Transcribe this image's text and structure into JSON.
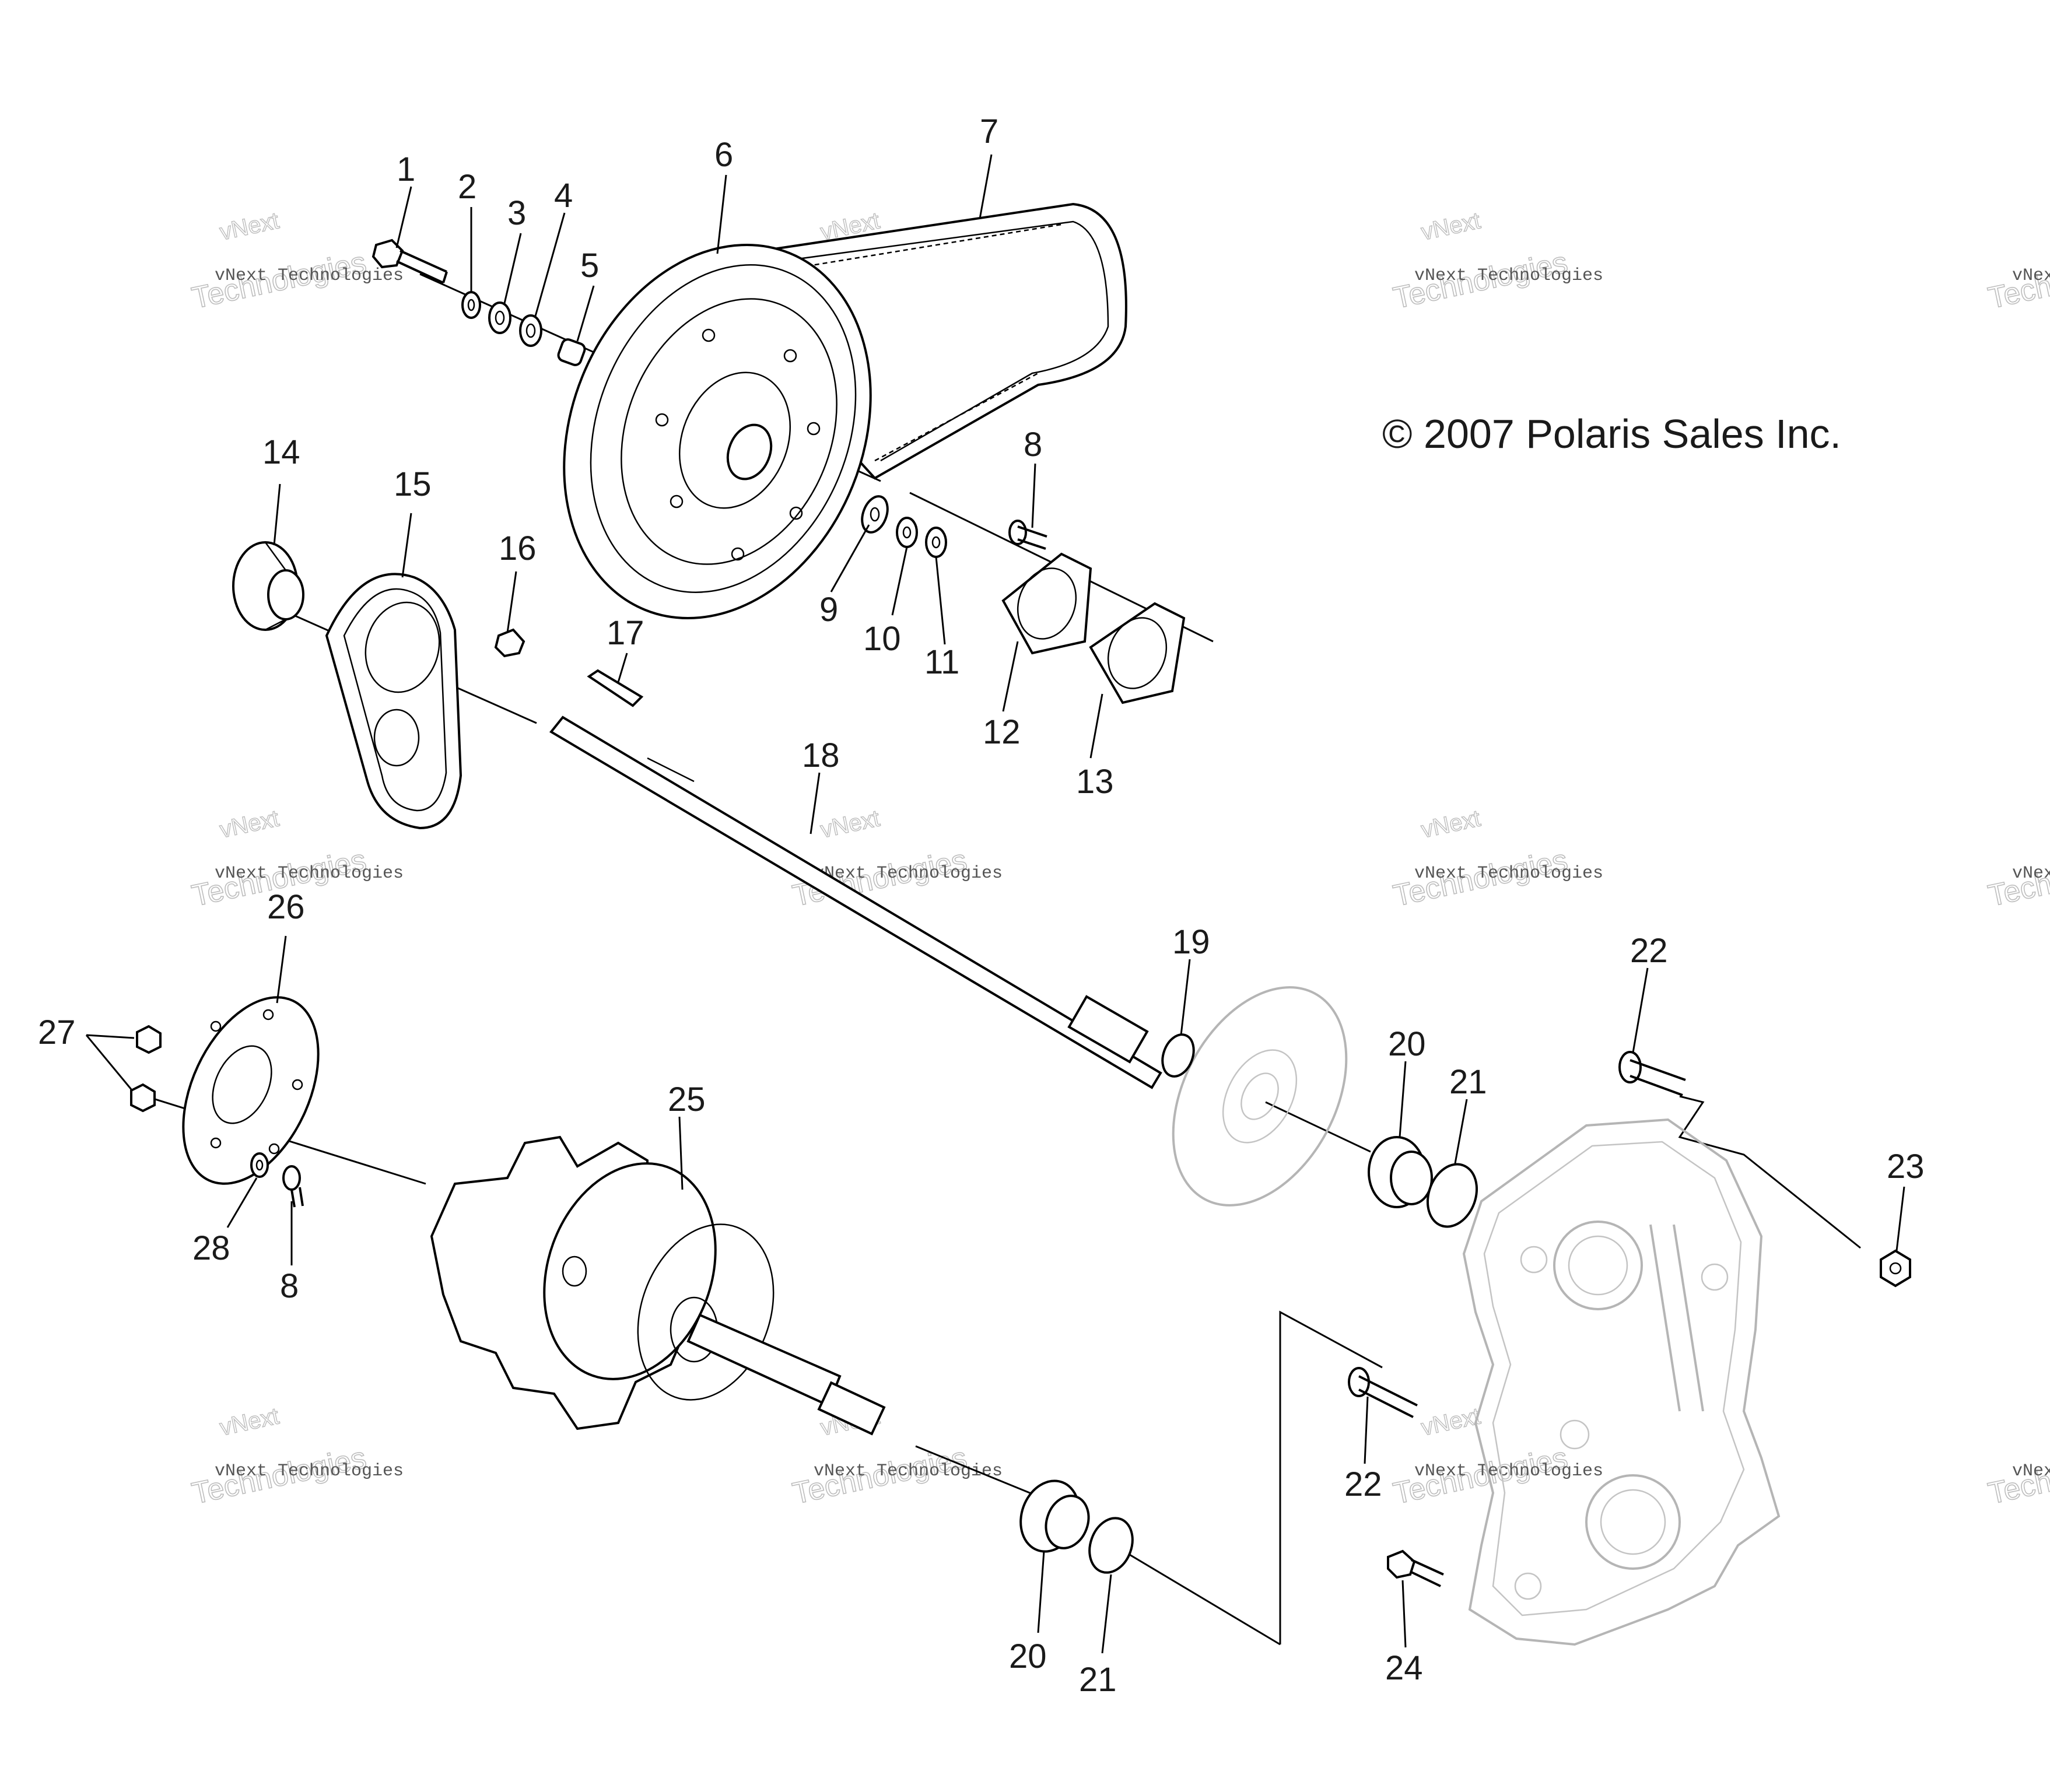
{
  "copyright": "© 2007 Polaris Sales Inc.",
  "watermark": {
    "line1": "vNext Technologies",
    "line2": "Technologies",
    "line3": "vNext"
  },
  "callouts": [
    "1",
    "2",
    "3",
    "4",
    "5",
    "6",
    "7",
    "8",
    "9",
    "10",
    "11",
    "12",
    "13",
    "14",
    "15",
    "16",
    "17",
    "18",
    "19",
    "20",
    "21",
    "22",
    "23",
    "24",
    "25",
    "26",
    "27",
    "28"
  ]
}
